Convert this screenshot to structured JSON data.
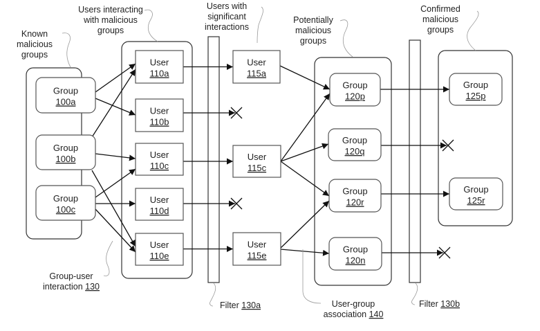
{
  "diagram": {
    "captions": {
      "known_groups": [
        "Known",
        "malicious",
        "groups"
      ],
      "users_interacting": [
        "Users interacting",
        "with malicious",
        "groups"
      ],
      "users_significant": [
        "Users with",
        "significant",
        "interactions"
      ],
      "potential_groups": [
        "Potentially",
        "malicious",
        "groups"
      ],
      "confirmed_groups": [
        "Confirmed",
        "malicious",
        "groups"
      ],
      "group_user_interaction": {
        "line1": "Group-user",
        "line2_text": "interaction ",
        "line2_ref": "130"
      },
      "filter_a": {
        "text": "Filter ",
        "ref": "130a"
      },
      "user_group_association": {
        "line1": "User-group",
        "line2_text": "association ",
        "line2_ref": "140"
      },
      "filter_b": {
        "text": "Filter ",
        "ref": "130b"
      }
    },
    "known_groups": [
      {
        "id": "100a",
        "label": "Group",
        "ref": "100a"
      },
      {
        "id": "100b",
        "label": "Group",
        "ref": "100b"
      },
      {
        "id": "100c",
        "label": "Group",
        "ref": "100c"
      }
    ],
    "interacting_users": [
      {
        "id": "110a",
        "label": "User",
        "ref": "110a"
      },
      {
        "id": "110b",
        "label": "User",
        "ref": "110b"
      },
      {
        "id": "110c",
        "label": "User",
        "ref": "110c"
      },
      {
        "id": "110d",
        "label": "User",
        "ref": "110d"
      },
      {
        "id": "110e",
        "label": "User",
        "ref": "110e"
      }
    ],
    "significant_users": [
      {
        "id": "115a",
        "label": "User",
        "ref": "115a"
      },
      {
        "id": "115c",
        "label": "User",
        "ref": "115c"
      },
      {
        "id": "115e",
        "label": "User",
        "ref": "115e"
      }
    ],
    "potential_groups": [
      {
        "id": "120p",
        "label": "Group",
        "ref": "120p"
      },
      {
        "id": "120q",
        "label": "Group",
        "ref": "120q"
      },
      {
        "id": "120r",
        "label": "Group",
        "ref": "120r"
      },
      {
        "id": "120n",
        "label": "Group",
        "ref": "120n"
      }
    ],
    "confirmed_groups": [
      {
        "id": "125p",
        "label": "Group",
        "ref": "125p"
      },
      {
        "id": "125r",
        "label": "Group",
        "ref": "125r"
      }
    ],
    "edges": [
      {
        "from": "100a",
        "to": "110a"
      },
      {
        "from": "100a",
        "to": "110b"
      },
      {
        "from": "100b",
        "to": "110a"
      },
      {
        "from": "100b",
        "to": "110c"
      },
      {
        "from": "100b",
        "to": "110e"
      },
      {
        "from": "100c",
        "to": "110c"
      },
      {
        "from": "100c",
        "to": "110d"
      },
      {
        "from": "100c",
        "to": "110e"
      },
      {
        "from": "110a",
        "to": "115a"
      },
      {
        "from": "110b",
        "to": "filtered"
      },
      {
        "from": "110c",
        "to": "115c"
      },
      {
        "from": "110d",
        "to": "filtered"
      },
      {
        "from": "110e",
        "to": "115e"
      },
      {
        "from": "115a",
        "to": "120p"
      },
      {
        "from": "115c",
        "to": "120p"
      },
      {
        "from": "115c",
        "to": "120q"
      },
      {
        "from": "115c",
        "to": "120r"
      },
      {
        "from": "115e",
        "to": "120r"
      },
      {
        "from": "115e",
        "to": "120n"
      },
      {
        "from": "120p",
        "to": "125p"
      },
      {
        "from": "120q",
        "to": "filtered"
      },
      {
        "from": "120r",
        "to": "125r"
      },
      {
        "from": "120n",
        "to": "filtered"
      }
    ]
  }
}
